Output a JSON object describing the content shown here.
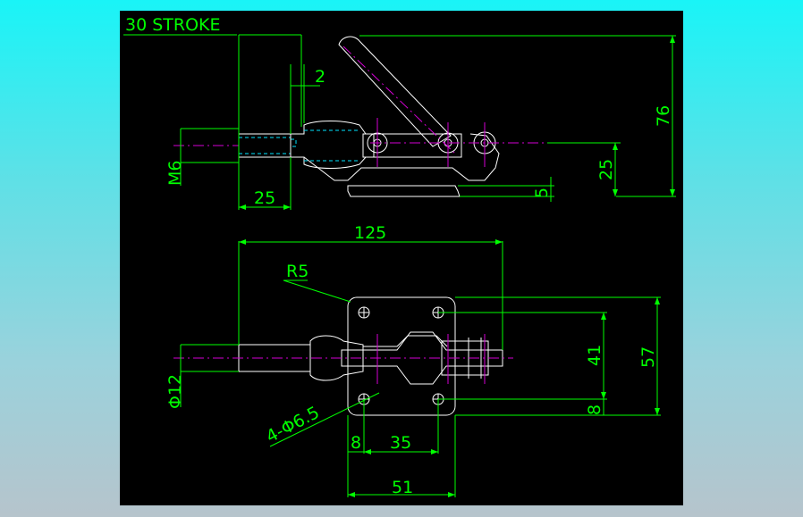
{
  "window": {
    "background_top": "#19f4f7",
    "background_bottom": "#b6c4cc",
    "canvas_color": "#000000"
  },
  "colors": {
    "dimension": "#00ff00",
    "outline": "#ffffff",
    "centerline": "#d400d4",
    "hidden": "#00e5ff"
  },
  "drawing": {
    "title": "30 STROKE",
    "side_view": {
      "stroke_offset": "2",
      "height_total": "76",
      "height_axis": "25",
      "base_thickness": "5",
      "thread": "M6",
      "thread_length": "25"
    },
    "top_view": {
      "overall_length": "125",
      "corner_radius": "R5",
      "rod_diameter": "Φ12",
      "holes": "4-Φ6.5",
      "hole_spacing_y": "41",
      "base_width_y": "57",
      "hole_edge_y": "8",
      "hole_edge_x": "8",
      "hole_spacing_x": "35",
      "base_width_x": "51"
    }
  }
}
